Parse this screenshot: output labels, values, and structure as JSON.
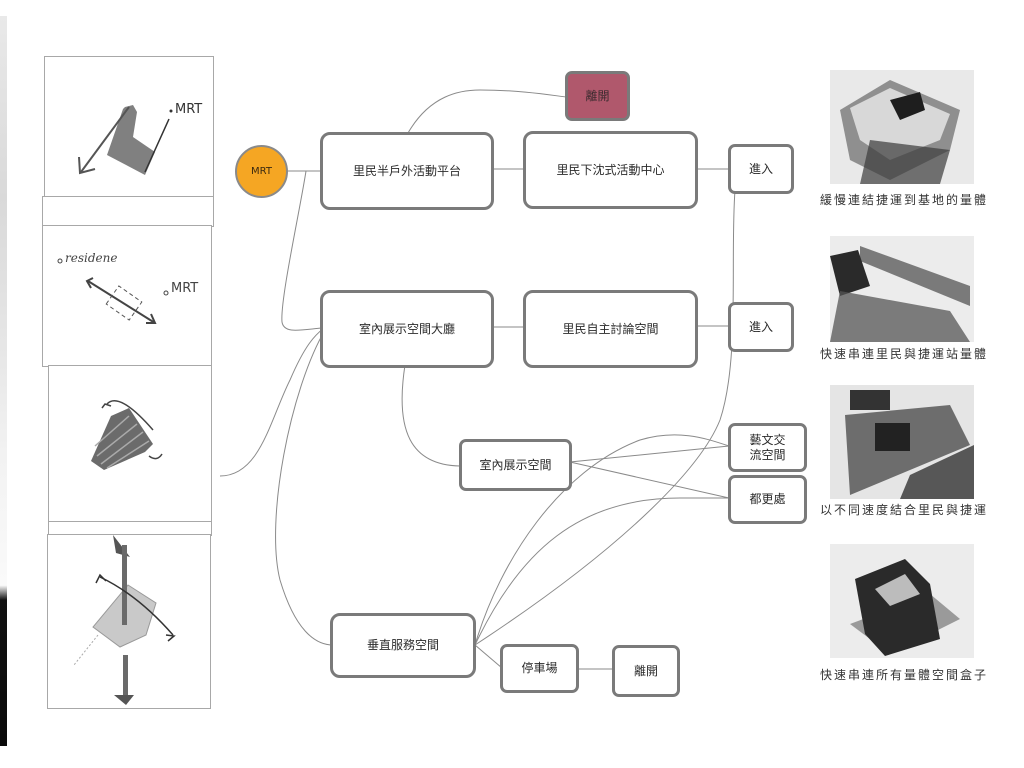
{
  "diagram": {
    "start_node": {
      "label": "MRT",
      "color": "#f5a623"
    },
    "nodes": {
      "outdoor_platform": "里民半戶外活動平台",
      "sunken_center": "里民下沈式活動中心",
      "enter_1": "進入",
      "exit_top": "離開",
      "exhibition_lobby": "室內展示空間大廳",
      "discussion_space": "里民自主討論空間",
      "enter_2": "進入",
      "exhibition_space": "室內展示空間",
      "arts_exchange": "藝文交\n流空間",
      "urban_renewal_office": "都更處",
      "vertical_service": "垂直服務空間",
      "parking": "停車場",
      "exit_bottom": "離開"
    },
    "exit_top_color": "#b0586c"
  },
  "sketches": [
    {
      "annotation": "MRT"
    },
    {
      "annotation_left": "residene",
      "annotation_right": "MRT"
    },
    {
      "annotation": ""
    },
    {
      "annotation": ""
    }
  ],
  "model_photos": [
    {
      "caption": "緩慢連結捷運到基地的量體"
    },
    {
      "caption": "快速串連里民與捷運站量體"
    },
    {
      "caption": "以不同速度結合里民與捷運"
    },
    {
      "caption": "快速串連所有量體空間盒子"
    }
  ]
}
